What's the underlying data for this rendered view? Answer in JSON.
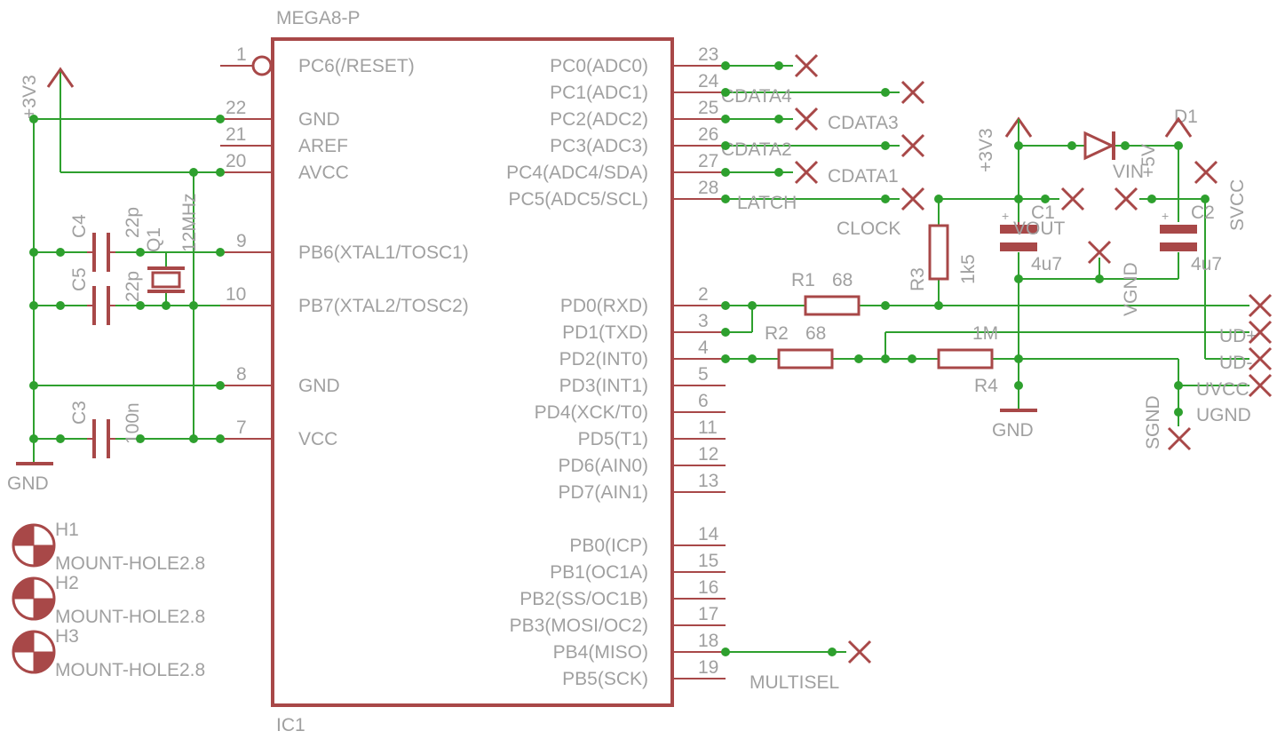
{
  "ic": {
    "name": "MEGA8-P",
    "ref": "IC1",
    "left_pins": [
      {
        "num": "1",
        "name": "PC6(/RESET)"
      },
      {
        "num": "22",
        "name": "GND"
      },
      {
        "num": "21",
        "name": "AREF"
      },
      {
        "num": "20",
        "name": "AVCC"
      },
      {
        "num": "9",
        "name": "PB6(XTAL1/TOSC1)"
      },
      {
        "num": "10",
        "name": "PB7(XTAL2/TOSC2)"
      },
      {
        "num": "8",
        "name": "GND"
      },
      {
        "num": "7",
        "name": "VCC"
      }
    ],
    "right_pins": [
      {
        "num": "23",
        "name": "PC0(ADC0)"
      },
      {
        "num": "24",
        "name": "PC1(ADC1)"
      },
      {
        "num": "25",
        "name": "PC2(ADC2)"
      },
      {
        "num": "26",
        "name": "PC3(ADC3)"
      },
      {
        "num": "27",
        "name": "PC4(ADC4/SDA)"
      },
      {
        "num": "28",
        "name": "PC5(ADC5/SCL)"
      },
      {
        "num": "2",
        "name": "PD0(RXD)"
      },
      {
        "num": "3",
        "name": "PD1(TXD)"
      },
      {
        "num": "4",
        "name": "PD2(INT0)"
      },
      {
        "num": "5",
        "name": "PD3(INT1)"
      },
      {
        "num": "6",
        "name": "PD4(XCK/T0)"
      },
      {
        "num": "11",
        "name": "PD5(T1)"
      },
      {
        "num": "12",
        "name": "PD6(AIN0)"
      },
      {
        "num": "13",
        "name": "PD7(AIN1)"
      },
      {
        "num": "14",
        "name": "PB0(ICP)"
      },
      {
        "num": "15",
        "name": "PB1(OC1A)"
      },
      {
        "num": "16",
        "name": "PB2(SS/OC1B)"
      },
      {
        "num": "17",
        "name": "PB3(MOSI/OC2)"
      },
      {
        "num": "18",
        "name": "PB4(MISO)"
      },
      {
        "num": "19",
        "name": "PB5(SCK)"
      }
    ]
  },
  "supplies": {
    "left_3v3": "+3V3",
    "left_gnd": "GND",
    "right_3v3": "+3V3",
    "right_gnd": "GND"
  },
  "components": {
    "c4": {
      "ref": "C4",
      "value": "22p"
    },
    "c5": {
      "ref": "C5",
      "value": "22p"
    },
    "q1": {
      "ref": "Q1",
      "value": "12MHz"
    },
    "c3": {
      "ref": "C3",
      "value": "100n"
    },
    "r1": {
      "ref": "R1",
      "value": "68"
    },
    "r2": {
      "ref": "R2",
      "value": "68"
    },
    "r3": {
      "ref": "R3",
      "value": "1k5"
    },
    "r4": {
      "ref": "R4",
      "value": "1M"
    },
    "c1": {
      "ref": "C1",
      "value": "4u7"
    },
    "c2": {
      "ref": "C2",
      "value": "4u7"
    },
    "d1": {
      "ref": "D1",
      "value": "+5V"
    }
  },
  "nets": {
    "cdata4": "CDATA4",
    "cdata3": "CDATA3",
    "cdata2": "CDATA2",
    "cdata1": "CDATA1",
    "latch": "LATCH",
    "clock": "CLOCK",
    "vout": "VOUT",
    "vin": "VIN",
    "vgnd": "VGND",
    "svcc": "SVCC",
    "multisel": "MULTISEL",
    "sgnd": "SGND",
    "ud_minus": "UD-",
    "ud_plus": "UD+",
    "uvcc": "UVCC",
    "ugnd": "UGND"
  },
  "holes": [
    {
      "ref": "H1",
      "value": "MOUNT-HOLE2.8"
    },
    {
      "ref": "H2",
      "value": "MOUNT-HOLE2.8"
    },
    {
      "ref": "H3",
      "value": "MOUNT-HOLE2.8"
    }
  ],
  "colors": {
    "part": "#a84848",
    "wire": "#2ea02e",
    "text": "#a0a0a0"
  }
}
